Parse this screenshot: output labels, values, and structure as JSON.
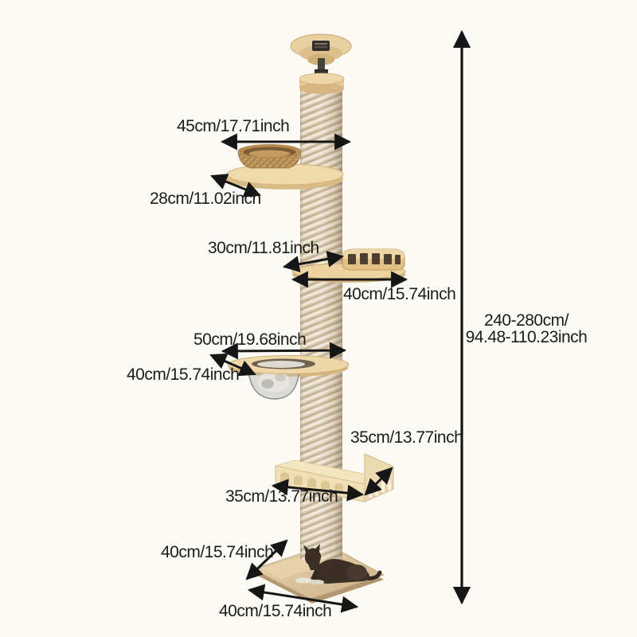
{
  "theme": {
    "background": "#fbfaf5",
    "text": "#1c1c1c",
    "arrow": "#161616",
    "wood": "#eed9ab",
    "wood_shade": "#d9bb85",
    "rope": "#dccfb6",
    "basket": "#c49a60",
    "bed": "#efe0b6",
    "base": "#dcc39c",
    "cat": "#3b2f26"
  },
  "annotations": {
    "top_platform_width": "45cm/17.71inch",
    "top_platform_depth": "28cm/11.02inch",
    "lounger_depth": "30cm/11.81inch",
    "lounger_width": "40cm/15.74inch",
    "hammock_ring_width": "50cm/19.68inch",
    "hammock_depth": "40cm/15.74inch",
    "bed_side_depth": "35cm/13.77inch",
    "bed_front_width": "35cm/13.77inch",
    "base_depth": "40cm/15.74inch",
    "base_width": "40cm/15.74inch",
    "overall_height": {
      "line1": "240-280cm/",
      "line2": "94.48-110.23inch"
    }
  }
}
